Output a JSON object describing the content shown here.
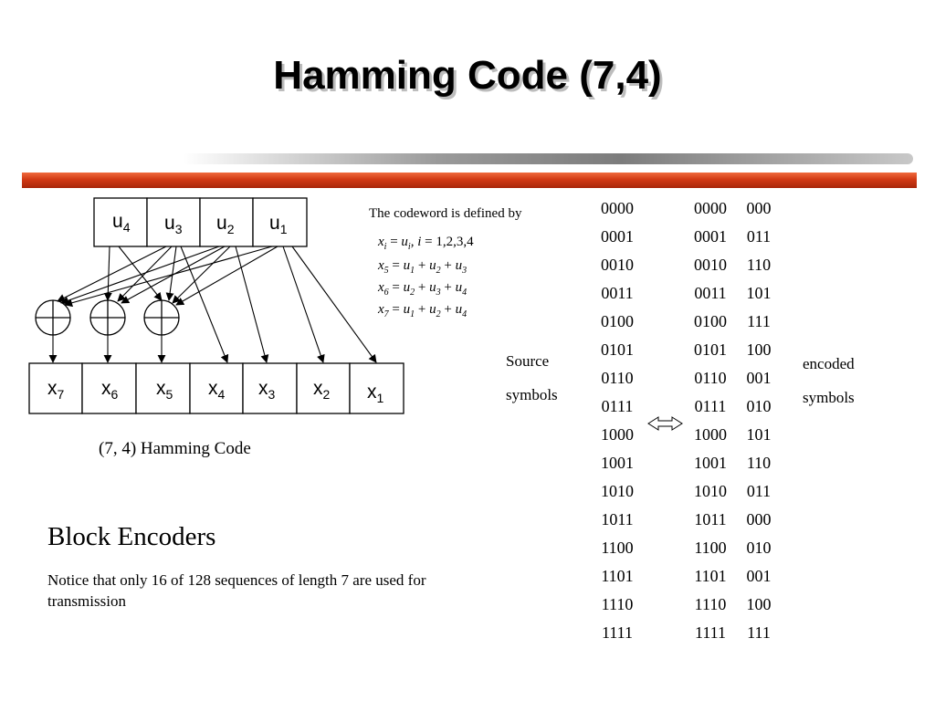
{
  "title": "Hamming Code (7,4)",
  "inputs": [
    {
      "base": "u",
      "sub": "4"
    },
    {
      "base": "u",
      "sub": "3"
    },
    {
      "base": "u",
      "sub": "2"
    },
    {
      "base": "u",
      "sub": "1"
    }
  ],
  "outputs": [
    {
      "base": "x",
      "sub": "7"
    },
    {
      "base": "x",
      "sub": "6"
    },
    {
      "base": "x",
      "sub": "5"
    },
    {
      "base": "x",
      "sub": "4"
    },
    {
      "base": "x",
      "sub": "3"
    },
    {
      "base": "x",
      "sub": "2"
    },
    {
      "base": "x",
      "sub": "1"
    }
  ],
  "diagram_caption": "(7, 4) Hamming Code",
  "definition": {
    "title": "The codeword is defined by",
    "equations": [
      {
        "lhs": "x",
        "lhs_sub": "i",
        "terms": [
          {
            "v": "u",
            "s": "i"
          }
        ],
        "suffix": ", ",
        "index": "i",
        "range": " = 1,2,3,4"
      },
      {
        "lhs": "x",
        "lhs_sub": "5",
        "terms": [
          {
            "v": "u",
            "s": "1"
          },
          {
            "v": "u",
            "s": "2"
          },
          {
            "v": "u",
            "s": "3"
          }
        ]
      },
      {
        "lhs": "x",
        "lhs_sub": "6",
        "terms": [
          {
            "v": "u",
            "s": "2"
          },
          {
            "v": "u",
            "s": "3"
          },
          {
            "v": "u",
            "s": "4"
          }
        ]
      },
      {
        "lhs": "x",
        "lhs_sub": "7",
        "terms": [
          {
            "v": "u",
            "s": "1"
          },
          {
            "v": "u",
            "s": "2"
          },
          {
            "v": "u",
            "s": "4"
          }
        ]
      }
    ]
  },
  "section_heading": "Block Encoders",
  "notice": "Notice that only 16 of 128 sequences of length 7 are used for transmission",
  "source_label": [
    "Source",
    "symbols"
  ],
  "encoded_label": [
    "encoded",
    "symbols"
  ],
  "codebook": [
    {
      "src": "0000",
      "code": "0000",
      "parity": "000"
    },
    {
      "src": "0001",
      "code": "0001",
      "parity": "011"
    },
    {
      "src": "0010",
      "code": "0010",
      "parity": "110"
    },
    {
      "src": "0011",
      "code": "0011",
      "parity": "101"
    },
    {
      "src": "0100",
      "code": "0100",
      "parity": "111"
    },
    {
      "src": "0101",
      "code": "0101",
      "parity": "100"
    },
    {
      "src": "0110",
      "code": "0110",
      "parity": "001"
    },
    {
      "src": "0111",
      "code": "0111",
      "parity": "010"
    },
    {
      "src": "1000",
      "code": "1000",
      "parity": "101"
    },
    {
      "src": "1001",
      "code": "1001",
      "parity": "110"
    },
    {
      "src": "1010",
      "code": "1010",
      "parity": "011"
    },
    {
      "src": "1011",
      "code": "1011",
      "parity": "000"
    },
    {
      "src": "1100",
      "code": "1100",
      "parity": "010"
    },
    {
      "src": "1101",
      "code": "1101",
      "parity": "001"
    },
    {
      "src": "1110",
      "code": "1110",
      "parity": "100"
    },
    {
      "src": "1111",
      "code": "1111",
      "parity": "111"
    }
  ],
  "colors": {
    "accent_bar": "#d23a14",
    "title_shadow": "#bdbdbd"
  }
}
